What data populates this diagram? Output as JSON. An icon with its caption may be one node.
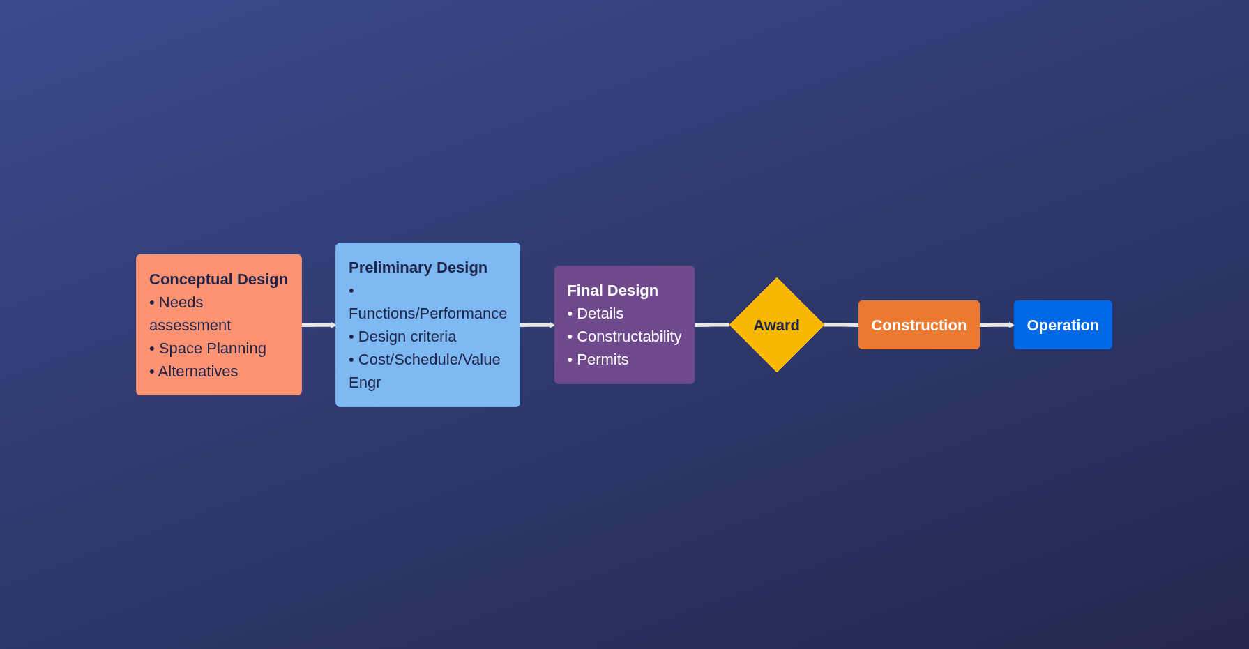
{
  "diagram": {
    "nodes": [
      {
        "text": [
          "Conceptual Design",
          "• Needs assessment",
          "• Space Planning",
          "• Alternatives"
        ]
      },
      {
        "text": [
          "Preliminary Design",
          "• Functions/Performance",
          "• Design criteria",
          "• Cost/Schedule/Value Engr"
        ]
      },
      {
        "text": [
          "Final Design",
          "• Details",
          "• Constructability",
          "• Permits"
        ]
      },
      {
        "text": [
          "Award"
        ]
      },
      {
        "text": [
          "Construction"
        ]
      },
      {
        "text": [
          "Operation"
        ]
      }
    ],
    "edges": [
      {
        "from": 0,
        "to": 1,
        "arrow": "to"
      },
      {
        "from": 1,
        "to": 2,
        "arrow": "to"
      },
      {
        "from": 2,
        "to": 3,
        "arrow": "none"
      },
      {
        "from": 3,
        "to": 4,
        "arrow": "none"
      },
      {
        "from": 4,
        "to": 5,
        "arrow": "to"
      }
    ]
  }
}
